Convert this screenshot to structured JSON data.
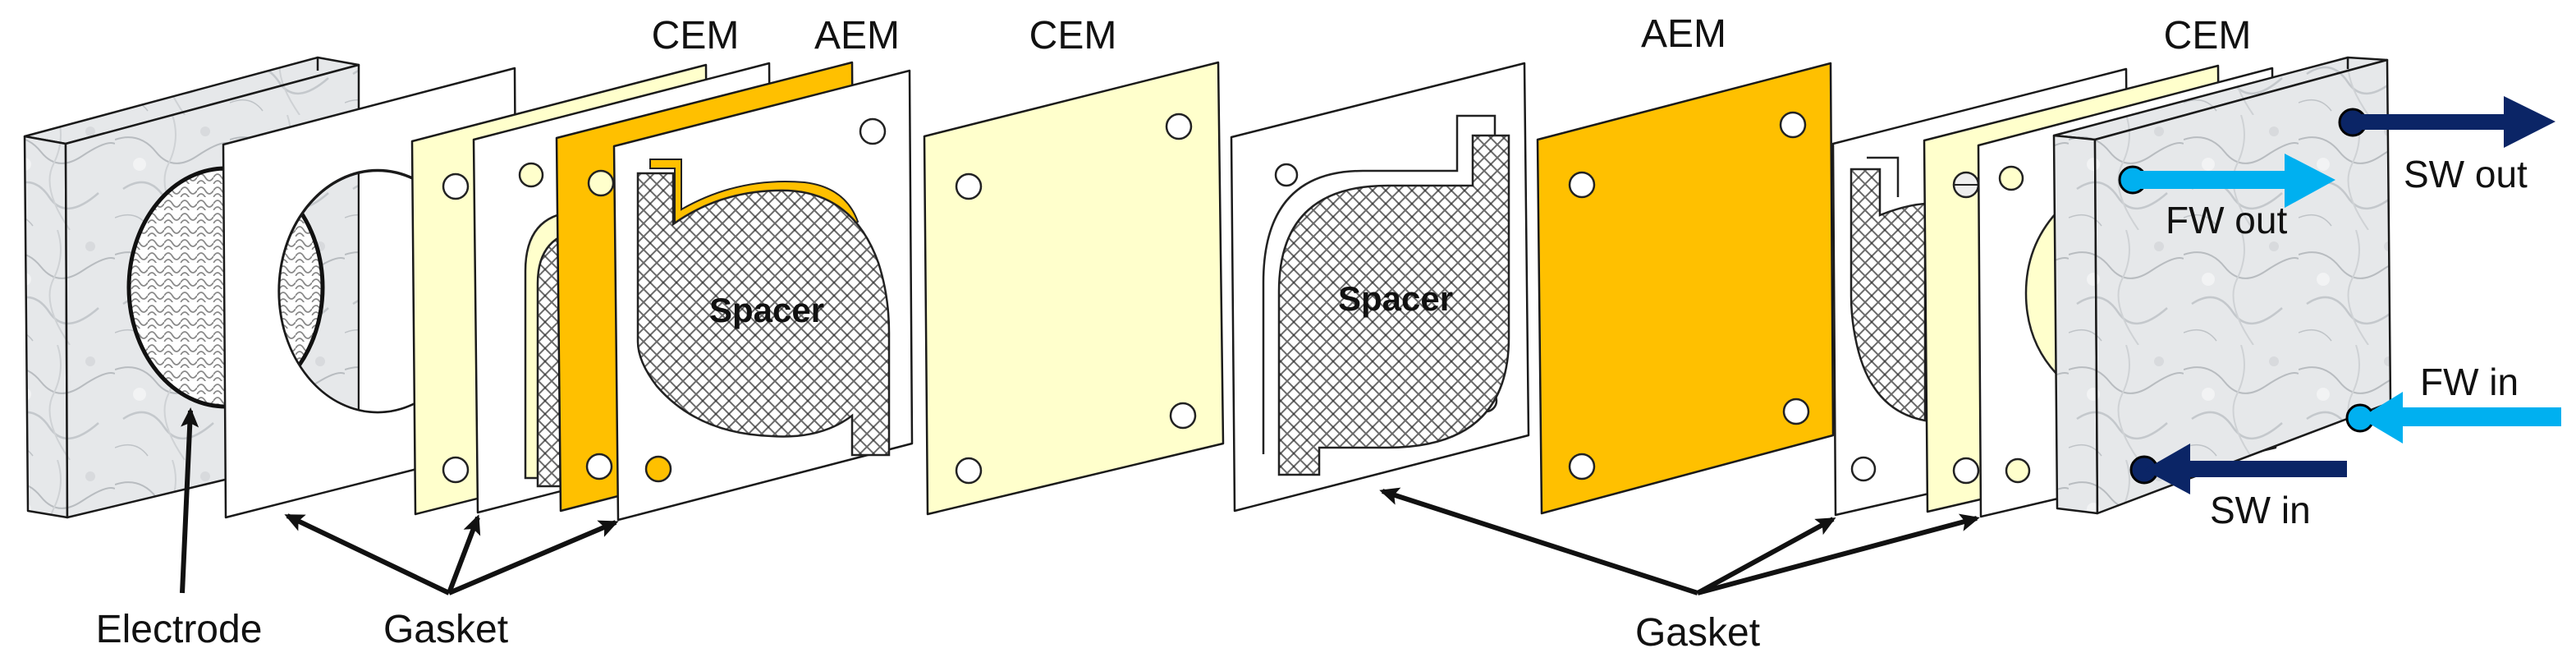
{
  "figure": {
    "type": "exploded-view diagram",
    "subject": "electrodialysis / reverse electrodialysis stack assembly"
  },
  "labels": {
    "top": {
      "cem_left": "CEM",
      "aem_left": "AEM",
      "cem_middle": "CEM",
      "aem_middle": "AEM",
      "cem_right": "CEM"
    },
    "spacer_left": "Spacer",
    "spacer_middle": "Spacer",
    "electrode": "Electrode",
    "gasket_left": "Gasket",
    "gasket_right": "Gasket",
    "flows": {
      "sw_out": "SW out",
      "fw_out": "FW out",
      "fw_in": "FW in",
      "sw_in": "SW in"
    }
  },
  "components": [
    {
      "order": 1,
      "name": "Electrode (end plate, left)"
    },
    {
      "order": 2,
      "name": "Gasket"
    },
    {
      "order": 3,
      "name": "CEM"
    },
    {
      "order": 4,
      "name": "Gasket"
    },
    {
      "order": 5,
      "name": "AEM"
    },
    {
      "order": 6,
      "name": "Gasket with Spacer"
    },
    {
      "order": 7,
      "name": "CEM"
    },
    {
      "order": 8,
      "name": "Gasket with Spacer"
    },
    {
      "order": 9,
      "name": "AEM"
    },
    {
      "order": 10,
      "name": "Gasket with spacer"
    },
    {
      "order": 11,
      "name": "CEM"
    },
    {
      "order": 12,
      "name": "Gasket"
    },
    {
      "order": 13,
      "name": "Electrode (end plate, right)"
    }
  ],
  "colors": {
    "cem": "#FFFFCC",
    "aem": "#FFC000",
    "gasket": "#FFFFFF",
    "outline": "#1A1A1A",
    "marble": "#E4E6E8",
    "seawater_arrow": "#0B2566",
    "freshwater_arrow": "#00B0F0"
  }
}
